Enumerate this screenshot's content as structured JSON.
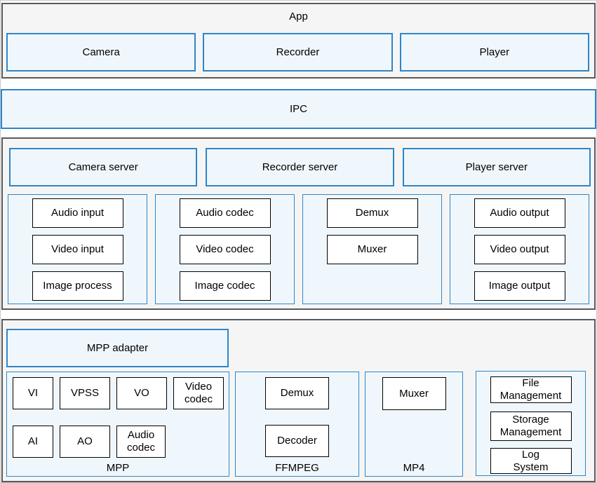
{
  "app_layer": {
    "title": "App",
    "items": [
      "Camera",
      "Recorder",
      "Player"
    ]
  },
  "ipc": {
    "label": "IPC"
  },
  "server_layer": {
    "servers": [
      "Camera server",
      "Recorder server",
      "Player server"
    ],
    "groups": [
      {
        "items": [
          "Audio input",
          "Video input",
          "Image process"
        ]
      },
      {
        "items": [
          "Audio codec",
          "Video codec",
          "Image codec"
        ]
      },
      {
        "items": [
          "Demux",
          "Muxer"
        ]
      },
      {
        "items": [
          "Audio output",
          "Video output",
          "Image output"
        ]
      }
    ]
  },
  "platform_layer": {
    "adapter": "MPP adapter",
    "mpp": {
      "label": "MPP",
      "row1": [
        "VI",
        "VPSS",
        "VO",
        "Video\ncodec"
      ],
      "row2": [
        "AI",
        "AO",
        "Audio\ncodec"
      ]
    },
    "ffmpeg": {
      "label": "FFMPEG",
      "items": [
        "Demux",
        "Decoder"
      ]
    },
    "mp4": {
      "label": "MP4",
      "items": [
        "Muxer"
      ]
    },
    "utils": {
      "items": [
        "File\nManagement",
        "Storage\nManagement",
        "Log\nSystem"
      ]
    }
  },
  "colors": {
    "accent_border": "#2e86c8",
    "box_fill": "#f0f7fc",
    "section_bg": "#f5f5f5",
    "section_border": "#595959",
    "inner_box_border": "#000000"
  }
}
